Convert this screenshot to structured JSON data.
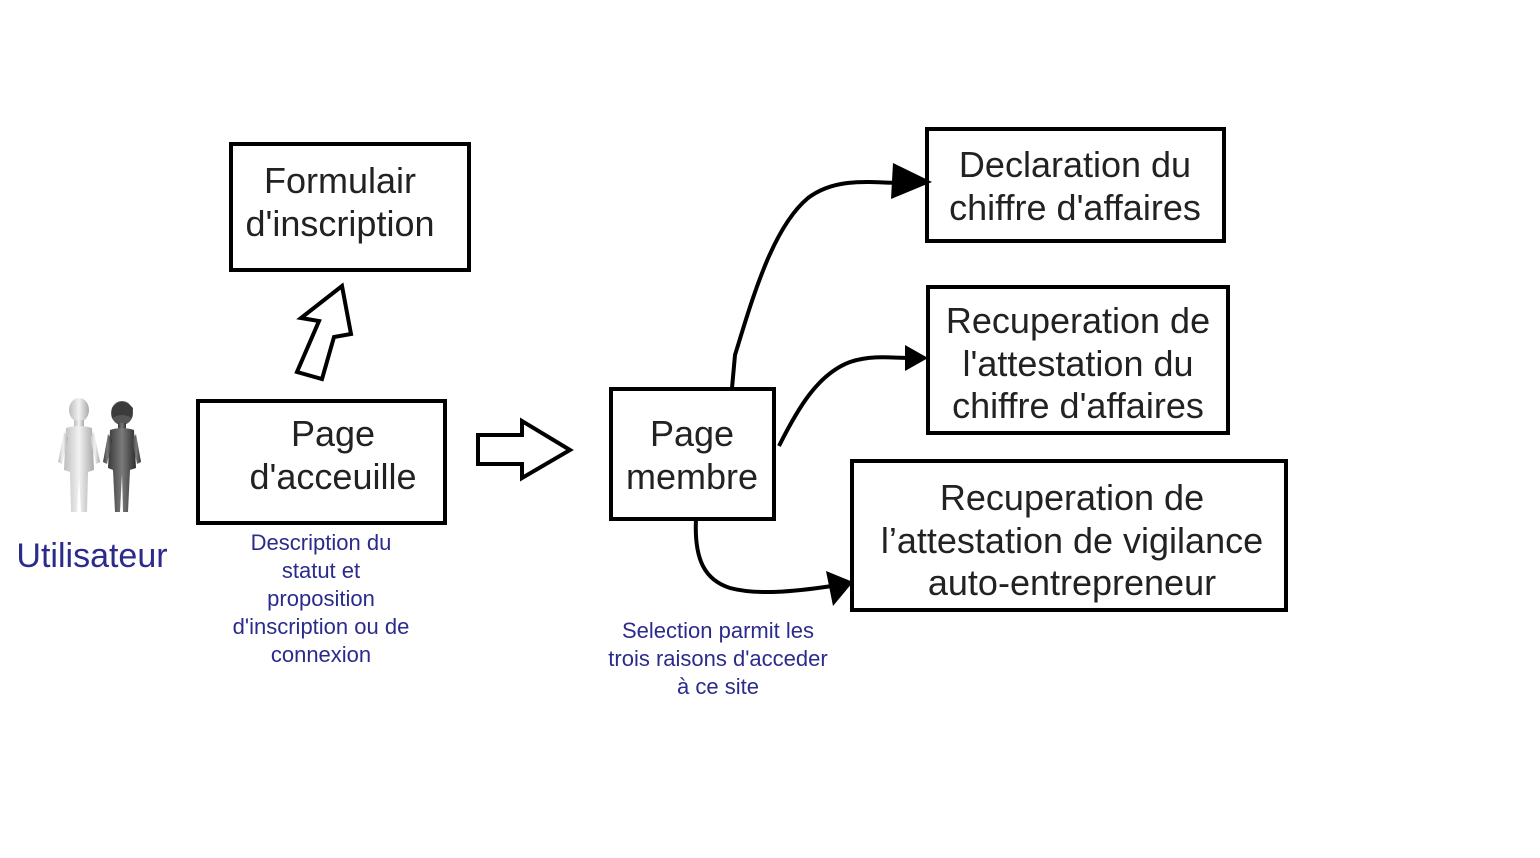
{
  "user": {
    "label": "Utilisateur",
    "icon": "users-icon"
  },
  "nodes": {
    "formulaire": [
      "Formulair",
      "d'inscription"
    ],
    "accueil": [
      "Page",
      "d'acceuille"
    ],
    "membre": [
      "Page",
      "membre"
    ],
    "declaration": [
      "Declaration du",
      "chiffre d'affaires"
    ],
    "attestation_ca": [
      "Recuperation de",
      "l'attestation du",
      "chiffre d'affaires"
    ],
    "attestation_vigilance": [
      "Recuperation de",
      "l’attestation de vigilance",
      "auto-entrepreneur"
    ]
  },
  "captions": {
    "accueil": [
      "Description du",
      "statut et",
      "proposition",
      "d'inscription ou de",
      "connexion"
    ],
    "membre": [
      "Selection parmit les",
      "trois raisons d'acceder",
      "à ce site"
    ]
  },
  "colors": {
    "caption": "#2b2b8c",
    "box_stroke": "#000000",
    "box_text": "#222222"
  }
}
